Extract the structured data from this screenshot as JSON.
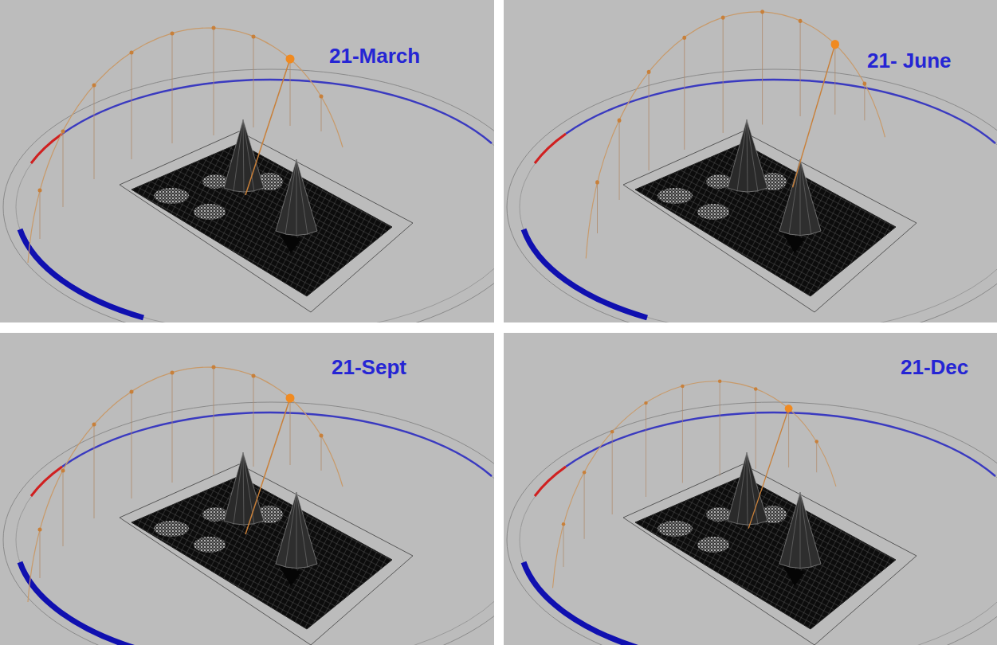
{
  "diagram": {
    "labels": [
      "21-March",
      "21- June",
      "21-Sept",
      "21-Dec"
    ]
  }
}
